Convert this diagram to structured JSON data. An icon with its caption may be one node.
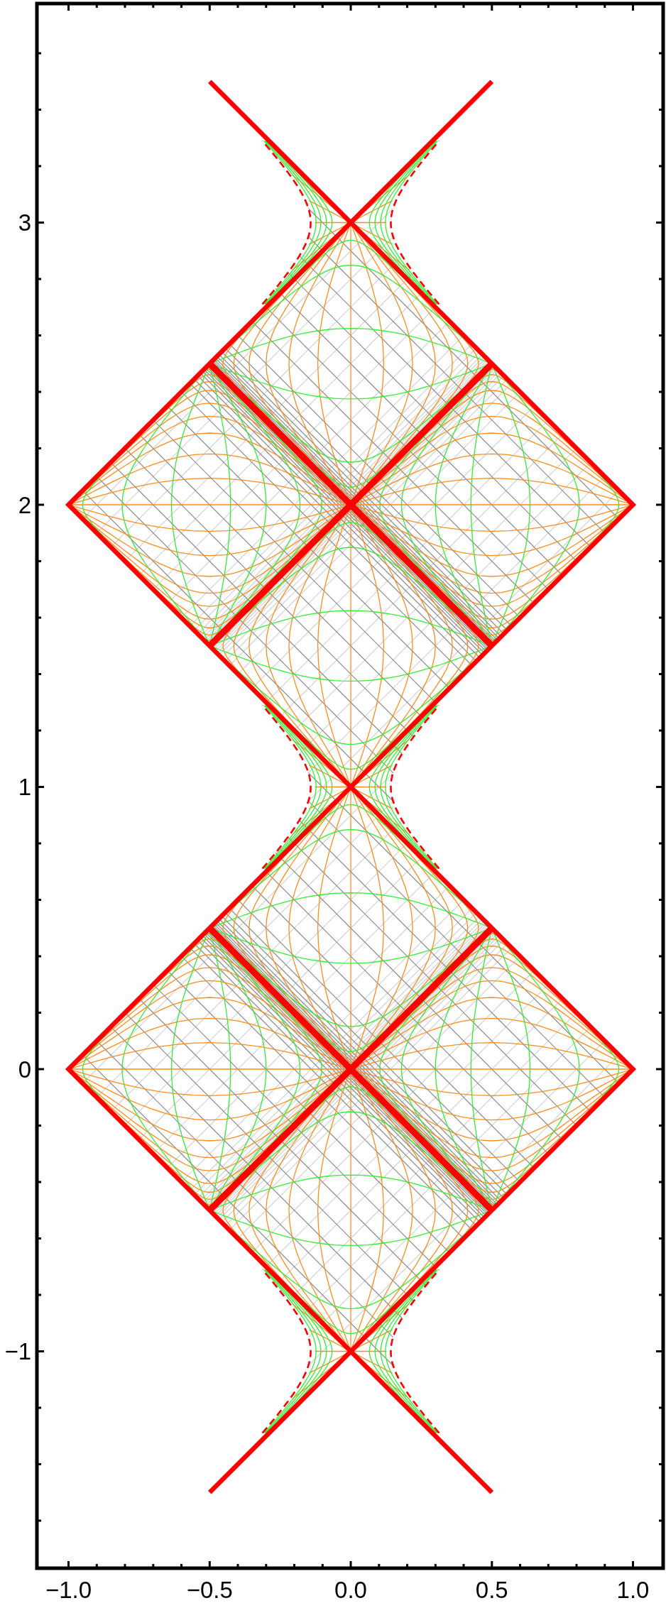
{
  "diagram": {
    "labels": [
      "3",
      "2",
      "1",
      "0",
      "−1",
      "−1.0",
      "−0.5",
      "0.0",
      "0.5",
      "1.0"
    ]
  }
}
